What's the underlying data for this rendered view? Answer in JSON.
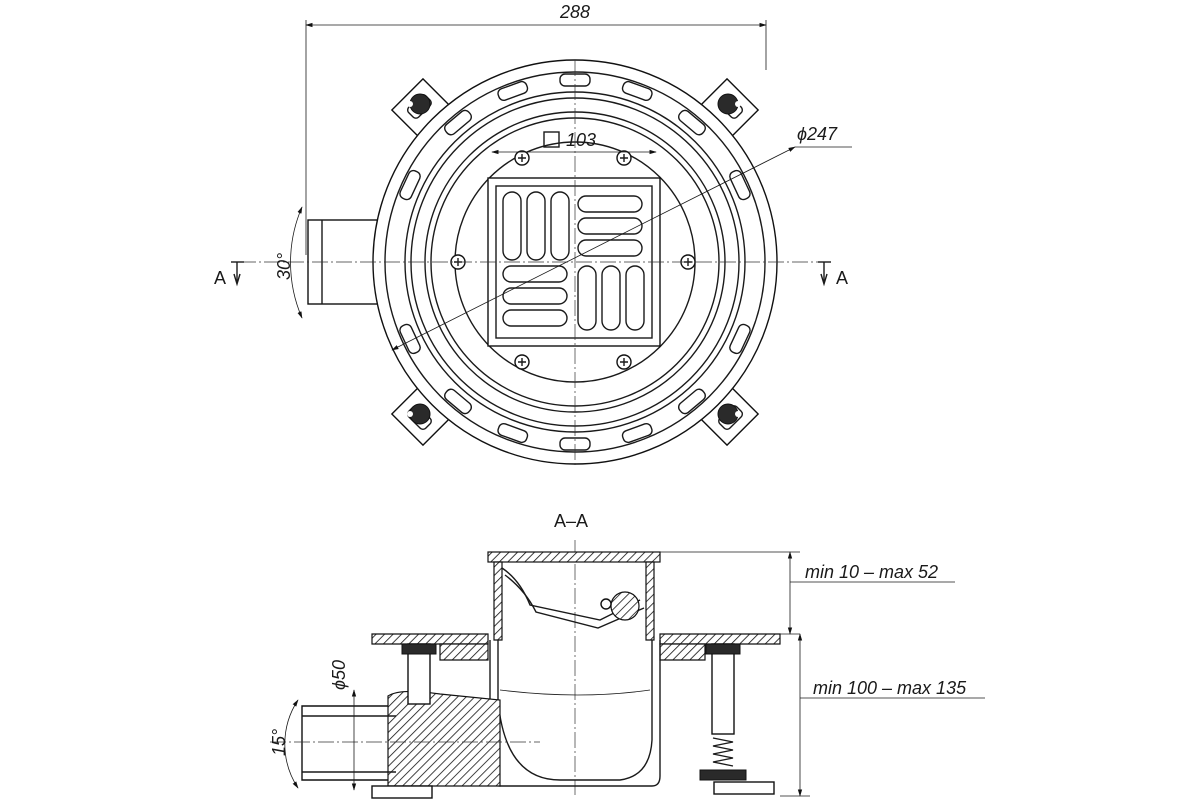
{
  "top_view": {
    "overall_width_dim": "288",
    "diameter_dim": "ϕ247",
    "grate_size_dim": "103",
    "angle_dim": "30°",
    "section_marker_left": "A",
    "section_marker_right": "A"
  },
  "section_view": {
    "title": "A–A",
    "pipe_diameter_dim": "ϕ50",
    "pipe_angle_dim": "15°",
    "grate_height_range": "min 10 – max 52",
    "body_height_range": "min 100 – max 135"
  }
}
